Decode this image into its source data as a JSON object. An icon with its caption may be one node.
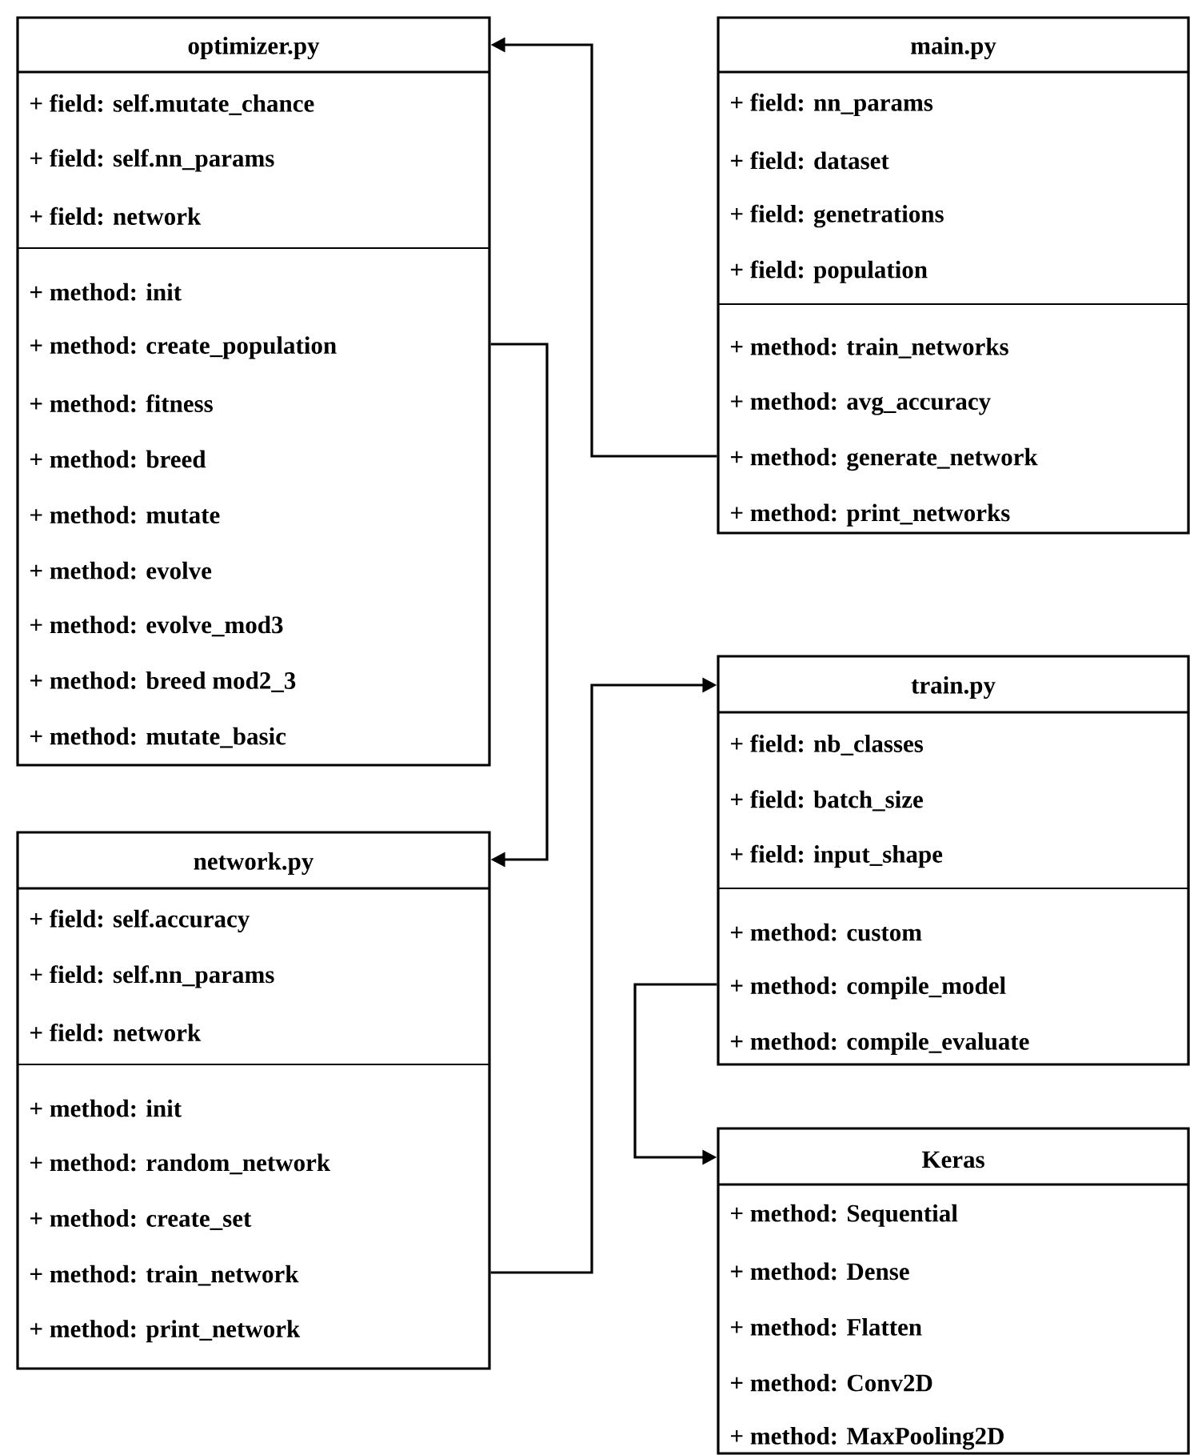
{
  "diagram": {
    "nodes": [
      {
        "text": [
          "optimizer.py",
          "+ field: self.mutate_chance",
          "+ field: self.nn_params",
          "+ field: network",
          "+ method: init",
          "+ method: create_population",
          "+ method: fitness",
          "+ method: breed",
          "+ method: mutate",
          "+ method: evolve",
          "+ method: evolve_mod3",
          "+ method: breed mod2_3",
          "+ method: mutate_basic"
        ]
      },
      {
        "text": [
          "main.py",
          "+ field: nn_params",
          "+ field: dataset",
          "+ field: genetrations",
          "+ field: population",
          "+ method: train_networks",
          "+ method: avg_accuracy",
          "+ method: generate_network",
          "+ method: print_networks"
        ]
      },
      {
        "text": [
          "network.py",
          "+ field: self.accuracy",
          "+ field: self.nn_params",
          "+ field: network",
          "+ method: init",
          "+ method: random_network",
          "+ method: create_set",
          "+ method: train_network",
          "+ method: print_network"
        ]
      },
      {
        "text": [
          "train.py",
          "+ field: nb_classes",
          "+ field: batch_size",
          "+ field: input_shape",
          "+ method: custom",
          "+ method: compile_model",
          "+ method: compile_evaluate"
        ]
      },
      {
        "text": [
          "Keras",
          "+ method: Sequential",
          "+ method: Dense",
          "+ method: Flatten",
          "+ method: Conv2D",
          "+ method: MaxPooling2D"
        ]
      }
    ],
    "edges": [
      {
        "from": 1,
        "to": 0,
        "arrow": "to"
      },
      {
        "from": 0,
        "to": 2,
        "arrow": "to"
      },
      {
        "from": 2,
        "to": 3,
        "arrow": "to"
      },
      {
        "from": 3,
        "to": 4,
        "arrow": "to"
      }
    ]
  }
}
